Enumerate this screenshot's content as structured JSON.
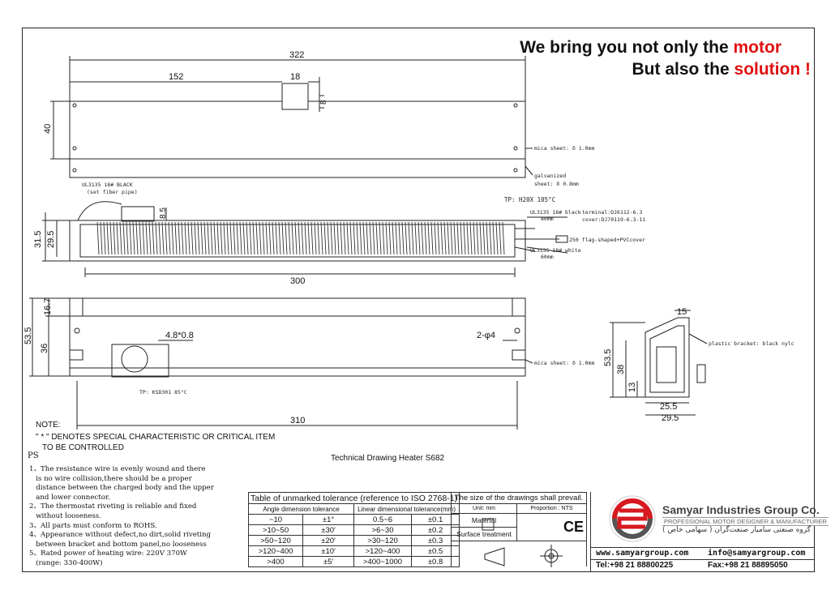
{
  "slogan": {
    "line1_prefix": "We bring you not only the ",
    "line1_highlight": "motor",
    "line2_prefix": "But also the ",
    "line2_highlight": "solution !"
  },
  "dimensions": {
    "top_length": "322",
    "top_offset": "152",
    "tab_width": "18",
    "tab_height": "8",
    "top_height": "40",
    "front_left_height": "31.5",
    "front_inner_height": "29.5",
    "front_tab_height": "8.5",
    "front_length": "300",
    "bottom_upper_height": "16.7",
    "bottom_total_height": "53.5",
    "bottom_lower_height": "36",
    "slot_size": "4.8*0.8",
    "hole_spec": "2-φ4",
    "bottom_length": "310",
    "side_top": "15",
    "side_height": "53.5",
    "side_inner_height": "38",
    "side_foot": "13",
    "side_width_inner": "25.5",
    "side_width_outer": "29.5"
  },
  "labels": {
    "mica_sheet_top": "mica sheet: δ 1.0mm",
    "galvanized_sheet_1": "galvanized",
    "galvanized_sheet_2": "sheet: δ 0.8mm",
    "wire_black_1": "UL3135 18# BLACK",
    "wire_black_2": "(set fiber pipe)",
    "tp_h20x": "TP: H20X 105°C",
    "wire_black_right_1": "UL3135 18# black",
    "wire_black_right_2": "80mm",
    "terminal_1": "terminal:DJ6112-6.3",
    "terminal_2": "cover:DJ70119-6.3-11",
    "flag_cover": "250 flag-shaped+PVCcover",
    "wire_white_1": "UL3135 18# white",
    "wire_white_2": "60mm",
    "mica_sheet_bottom": "mica sheet: δ 1.0mm",
    "tp_ksd": "TP: KSD301 85°C",
    "plastic_bracket": "plastic bracket: black nylc"
  },
  "notes": {
    "note_title": "NOTE:",
    "note_line1": "\" * \" DENOTES  SPECIAL CHARACTERISTIC OR CRITICAL ITEM",
    "note_line2": "TO BE CONTROLLED",
    "ps": "PS",
    "caption": "Technical Drawing Heater S682",
    "items": [
      "1、The resistance wire is evenly wound and there",
      "   is no wire collision,there should be a proper",
      "   distance between the charged body and the upper",
      "   and lower connector.",
      "2、The thermostat riveting is reliable and fixed",
      "   without looseness.",
      "3、All parts must conform to ROHS.",
      "4、Appearance without defect,no dirt,solid riveting",
      "   between bracket and bottom panel,no looseness",
      "5、Rated power of heating wire: 220V 370W",
      "   (range: 330-400W)"
    ]
  },
  "tolerance": {
    "title": "Table of unmarked tolerance (reference to ISO 2768-1)",
    "angle_header": "Angle dimension tolerance",
    "linear_header": "Linear dimensional tolerance(mm)",
    "rows": [
      [
        "~10",
        "±1°",
        "0.5~6",
        "±0.1"
      ],
      [
        ">10~50",
        "±30′",
        ">6~30",
        "±0.2"
      ],
      [
        ">50~120",
        "±20′",
        ">30~120",
        "±0.3"
      ],
      [
        ">120~400",
        "±10′",
        ">120~400",
        "±0.5"
      ],
      [
        ">400",
        "±5′",
        ">400~1000",
        "±0.8"
      ]
    ]
  },
  "meta": {
    "prevail": "The size of the drawings shall prevail.",
    "unit": "Unit: mm",
    "proportion": "Proportion : NTS",
    "material": "Material",
    "surface": "Surface treatment",
    "ce": "CE"
  },
  "company": {
    "name": "Samyar Industries Group Co.",
    "tagline": "PROFESSIONAL MOTOR DESIGNER & MANUFACTURER",
    "persian": "گروه صنعتی سامیار صنعت‌گران ( سهامی خاص )",
    "web": "www.samyargroup.com",
    "email": "info@samyargroup.com",
    "tel": "Tel:+98 21 88800225",
    "fax": "Fax:+98 21 88895050",
    "brand_color": "#d71920"
  }
}
